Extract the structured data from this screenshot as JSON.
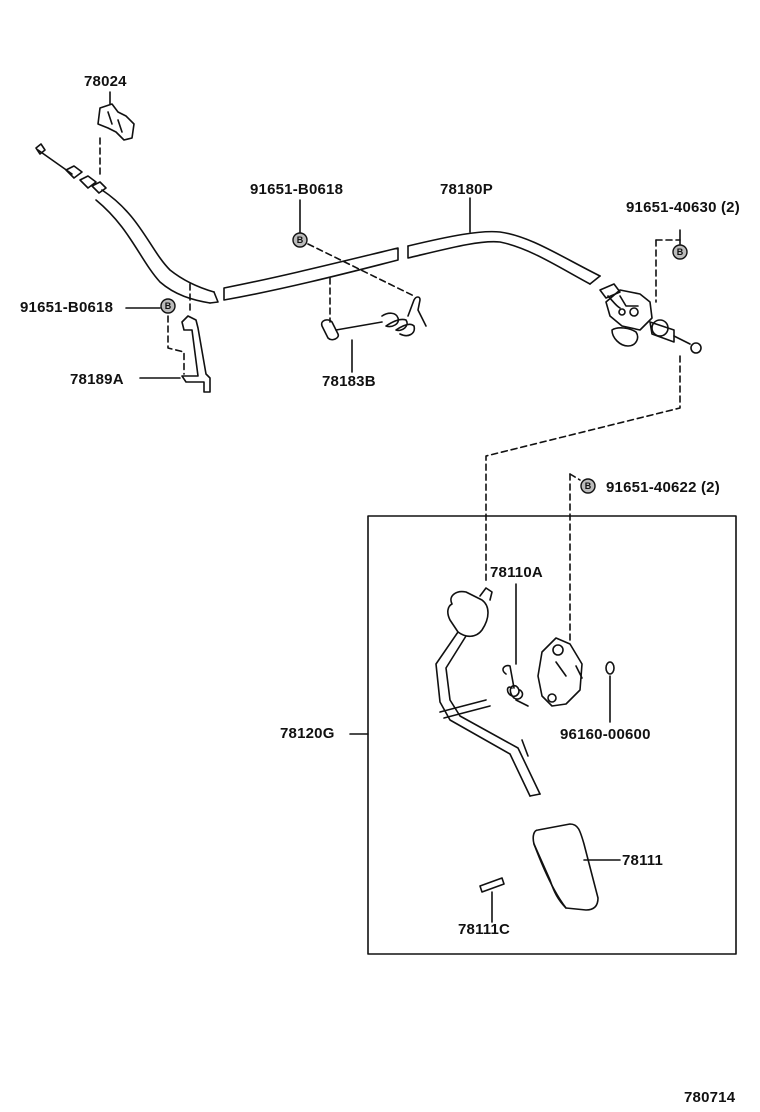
{
  "labels": {
    "p78024": "78024",
    "p91651_b0618_top": "91651-B0618",
    "p78180p": "78180P",
    "p91651_40630": "91651-40630 (2)",
    "p91651_b0618_left": "91651-B0618",
    "p78189a": "78189A",
    "p78183b": "78183B",
    "p91651_40622": "91651-40622 (2)",
    "p78110a": "78110A",
    "p78120g": "78120G",
    "p96160_00600": "96160-00600",
    "p78111": "78111",
    "p78111c": "78111C",
    "diagram_code": "780714"
  },
  "bolt_marker": "B"
}
